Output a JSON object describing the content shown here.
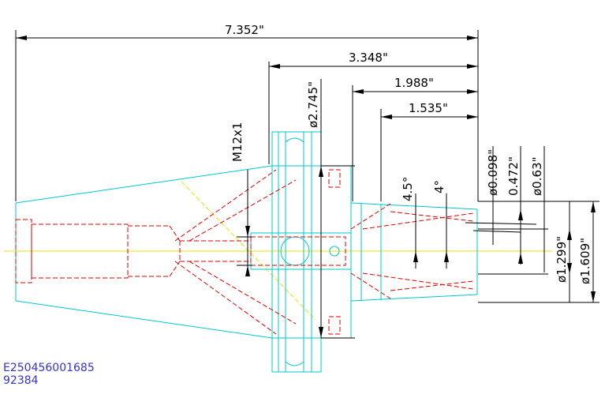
{
  "colors": {
    "outline": "#00c8c8",
    "hidden": "#e00000",
    "center": "#e6e600",
    "dimension": "#000000",
    "label": "#3333cc"
  },
  "dimensions": {
    "overall_length": "7.352\"",
    "length_2": "3.348\"",
    "length_3": "1.988\"",
    "length_4": "1.535\"",
    "flange_diameter": "ø2.745\"",
    "thread": "M12x1",
    "angle_1": "4.5°",
    "angle_2": "4°",
    "dia_small": "ø0.098\"",
    "dia_mid": "0.472\"",
    "dia_bore": "ø0.63\"",
    "dia_nose": "ø1.299\"",
    "dia_body": "ø1.609\""
  },
  "part_number": {
    "line1": "E250456001685",
    "line2": "92384"
  }
}
